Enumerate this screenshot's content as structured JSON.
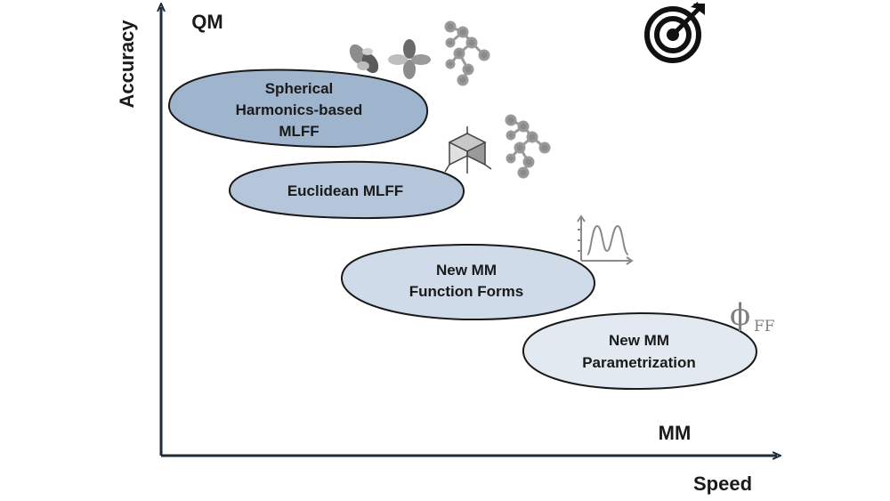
{
  "axes": {
    "y_label": "Accuracy",
    "x_label": "Speed"
  },
  "corners": {
    "top": "QM",
    "bottom": "MM"
  },
  "methods": [
    {
      "lines": [
        "Spherical",
        "Harmonics-based",
        "MLFF"
      ],
      "fill": "#9fb4cd"
    },
    {
      "lines": [
        "Euclidean MLFF"
      ],
      "fill": "#b6c6da"
    },
    {
      "lines": [
        "New MM",
        "Function Forms"
      ],
      "fill": "#cfdbe8"
    },
    {
      "lines": [
        "New MM",
        "Parametrization"
      ],
      "fill": "#e2e9f1"
    }
  ],
  "icons": {
    "target": "target-icon",
    "orbitals": "orbital-icon",
    "graph": "molecule-graph-icon",
    "cube": "cube-axes-icon",
    "plot": "potential-plot-icon"
  },
  "ff_symbol": {
    "main": "ϕ",
    "sub": "FF"
  },
  "colors": {
    "axis": "#1f2d3a",
    "outline": "#1a1a1a",
    "icon_gray": "#8a8a8a"
  }
}
